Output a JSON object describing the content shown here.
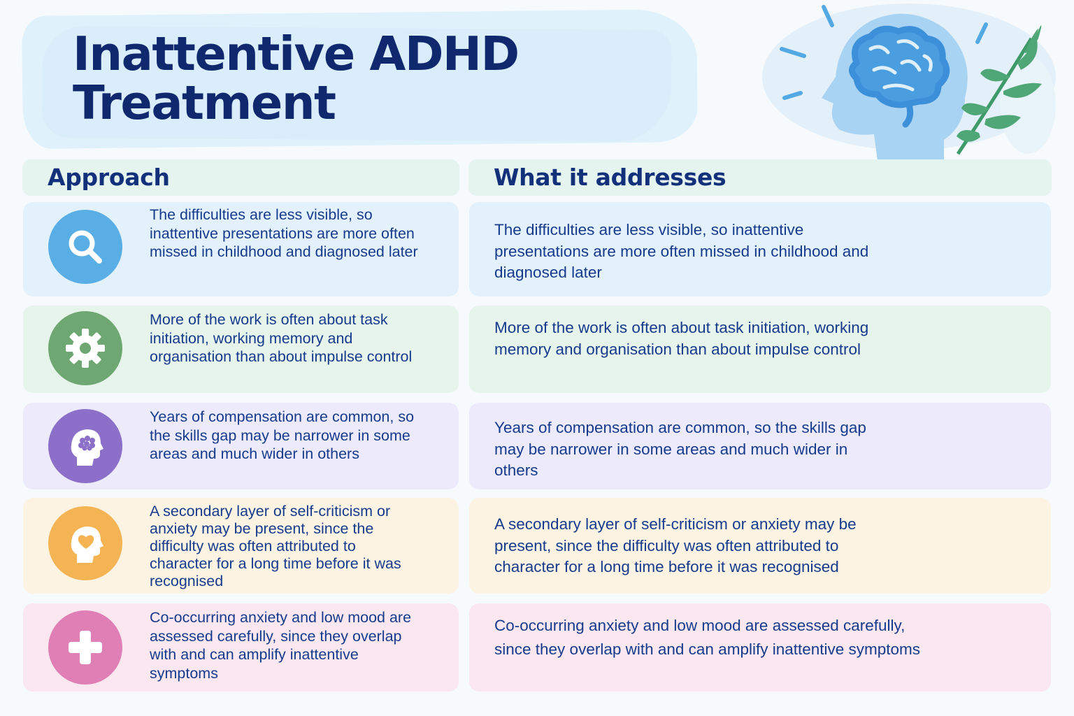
{
  "title": {
    "line1": "Inattentive ADHD",
    "line2": "Treatment"
  },
  "headers": {
    "approach": "Approach",
    "addresses": "What it addresses"
  },
  "rows": [
    {
      "icon": "search-icon",
      "color": "#5aaee6",
      "bg": "#e3f1fc",
      "approach": "The difficulties are less visible, so inattentive presentations are more often missed in childhood and diagnosed later",
      "addresses": "The difficulties are less visible, so inattentive presentations are more often missed in childhood and diagnosed later"
    },
    {
      "icon": "gear-icon",
      "color": "#6fa772",
      "bg": "#e6f4ec",
      "approach": "More of the work is often about task initiation, working memory and organisation than about impulse control",
      "addresses": "More of the work is often about task initiation, working memory and organisation than about impulse control"
    },
    {
      "icon": "head-brain-icon",
      "color": "#8b6fc9",
      "bg": "#eceafb",
      "approach": "Years of compensation are common, so the skills gap may be narrower in some areas and much wider in others",
      "addresses": "Years of compensation are common, so the skills gap may be narrower in some areas and much wider in others"
    },
    {
      "icon": "head-heart-icon",
      "color": "#f5b454",
      "bg": "#fdf3e3",
      "approach": "A secondary layer of self-criticism or anxiety may be present, since the difficulty was often attributed to character for a long time before it was recognised",
      "addresses": "A secondary layer of self-criticism or anxiety may be present, since the difficulty was often attributed to character for a long time before it was recognised"
    },
    {
      "icon": "plus-icon",
      "color": "#e07fb6",
      "bg": "#fbe7ef",
      "approach": "Co-occurring anxiety and low mood are assessed carefully, since they overlap with and can amplify inattentive symptoms",
      "addresses": "Co-occurring anxiety and low mood are assessed carefully, since they overlap with and can amplify inattentive symptoms"
    }
  ]
}
